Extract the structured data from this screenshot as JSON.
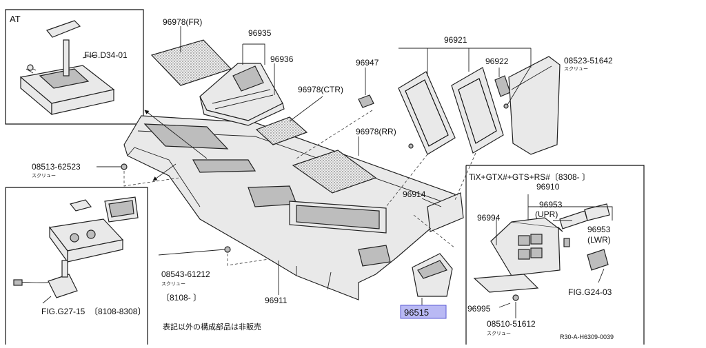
{
  "inset_at": {
    "title": "AT",
    "ref": "FIG.D34-01"
  },
  "inset_mt": {
    "ref": "FIG.G27-15",
    "range": "〔8108-8308〕"
  },
  "inset_grade": {
    "title": "TiX+GTX#+GTS+RS#〔8308- 〕",
    "parts": [
      "96910",
      "96994",
      "96953",
      "(UPR)",
      "96953",
      "(LWR)",
      "FIG.G24-03",
      "96995",
      "08510-51612",
      "スクリュー"
    ]
  },
  "labels": {
    "p96978fr": "96978(FR)",
    "p96935": "96935",
    "p96936": "96936",
    "p96947": "96947",
    "p96978ctr": "96978(CTR)",
    "p96921": "96921",
    "p96922": "96922",
    "p08523": "08523-51642",
    "p08523sub": "スクリュー",
    "p96978rr": "96978(RR)",
    "p08513": "08513-62523",
    "p08513sub": "スクリュー",
    "p96914": "96914",
    "p08543": "08543-61212",
    "p08543sub": "スクリュー",
    "p08543range": "〔8108-        〕",
    "p96911": "96911",
    "p96515": "96515"
  },
  "note": "表記以外の構成部品は非販売",
  "code": "R30-A-H6309-0039",
  "colors": {
    "highlight_fill": "#b9b9f4",
    "highlight_border": "#5b5bd6"
  }
}
